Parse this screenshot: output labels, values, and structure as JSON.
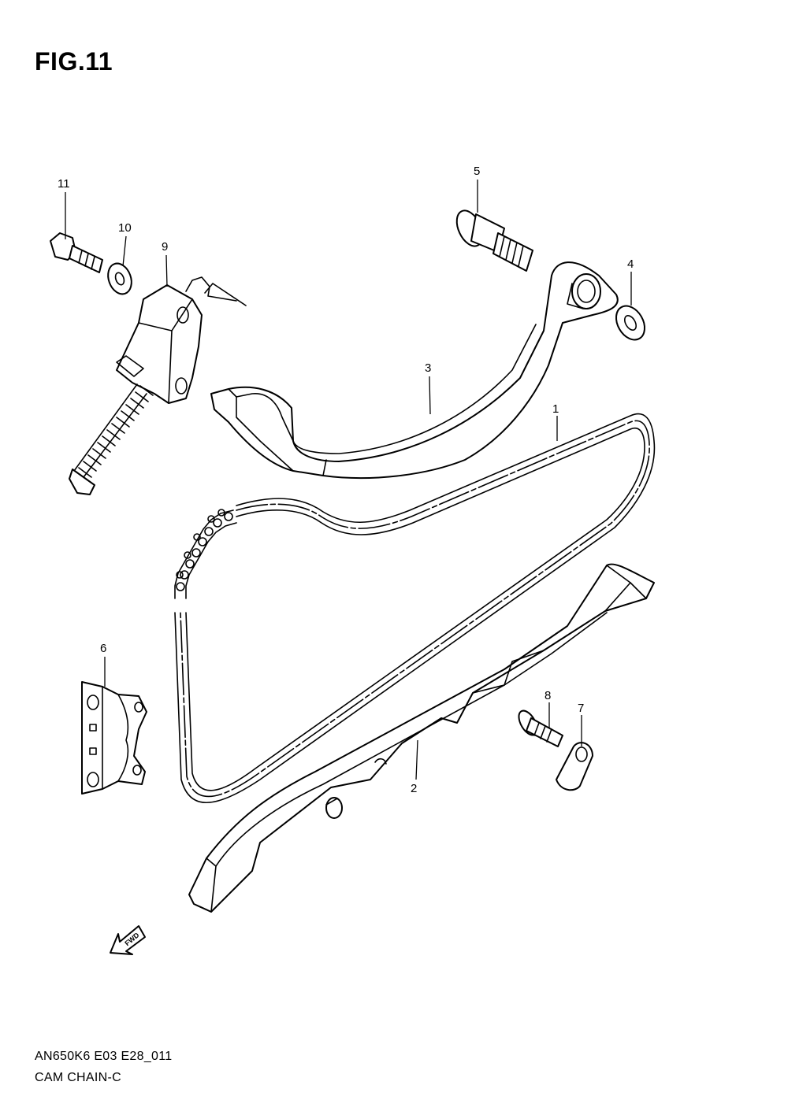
{
  "figure": {
    "title": "FIG.11"
  },
  "callouts": [
    "1",
    "2",
    "3",
    "4",
    "5",
    "6",
    "7",
    "8",
    "9",
    "10",
    "11"
  ],
  "direction_marker": {
    "label": "FWD",
    "icon": "forward-arrow-icon"
  },
  "footer": {
    "code": "AN650K6 E03 E28_011",
    "caption": "CAM CHAIN-C"
  },
  "colors": {
    "line": "#000000",
    "background": "#ffffff"
  }
}
